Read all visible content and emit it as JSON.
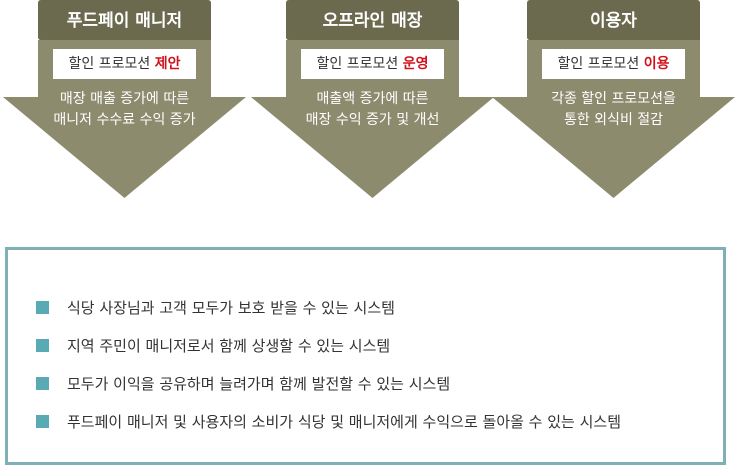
{
  "colors": {
    "title_bar": "#6b6a4e",
    "arrow_body": "#8d8b6e",
    "highlight": "#d0121b",
    "bullet": "#5aaab3",
    "panel_border": "#7fb0b6"
  },
  "arrows": [
    {
      "title": "푸드페이  매니저",
      "pill_prefix": "할인 프로모션 ",
      "pill_highlight": "제안",
      "desc": [
        "매장 매출 증가에 따른",
        "매니저 수수료 수익 증가"
      ]
    },
    {
      "title": "오프라인 매장",
      "pill_prefix": "할인 프로모션 ",
      "pill_highlight": "운영",
      "desc": [
        "매출액 증가에 따른",
        "매장 수익 증가 및 개선"
      ]
    },
    {
      "title": "이용자",
      "pill_prefix": "할인 프로모션 ",
      "pill_highlight": "이용",
      "desc": [
        "각종 할인  프로모션을",
        "통한 외식비 절감"
      ]
    }
  ],
  "bullets": [
    "식당 사장님과 고객 모두가 보호 받을 수 있는 시스템",
    "지역 주민이 매니저로서 함께 상생할 수 있는 시스템",
    "모두가 이익을 공유하며 늘려가며 함께 발전할 수 있는 시스템",
    "푸드페이 매니저 및 사용자의 소비가 식당 및 매니저에게 수익으로 돌아올 수 있는 시스템"
  ]
}
